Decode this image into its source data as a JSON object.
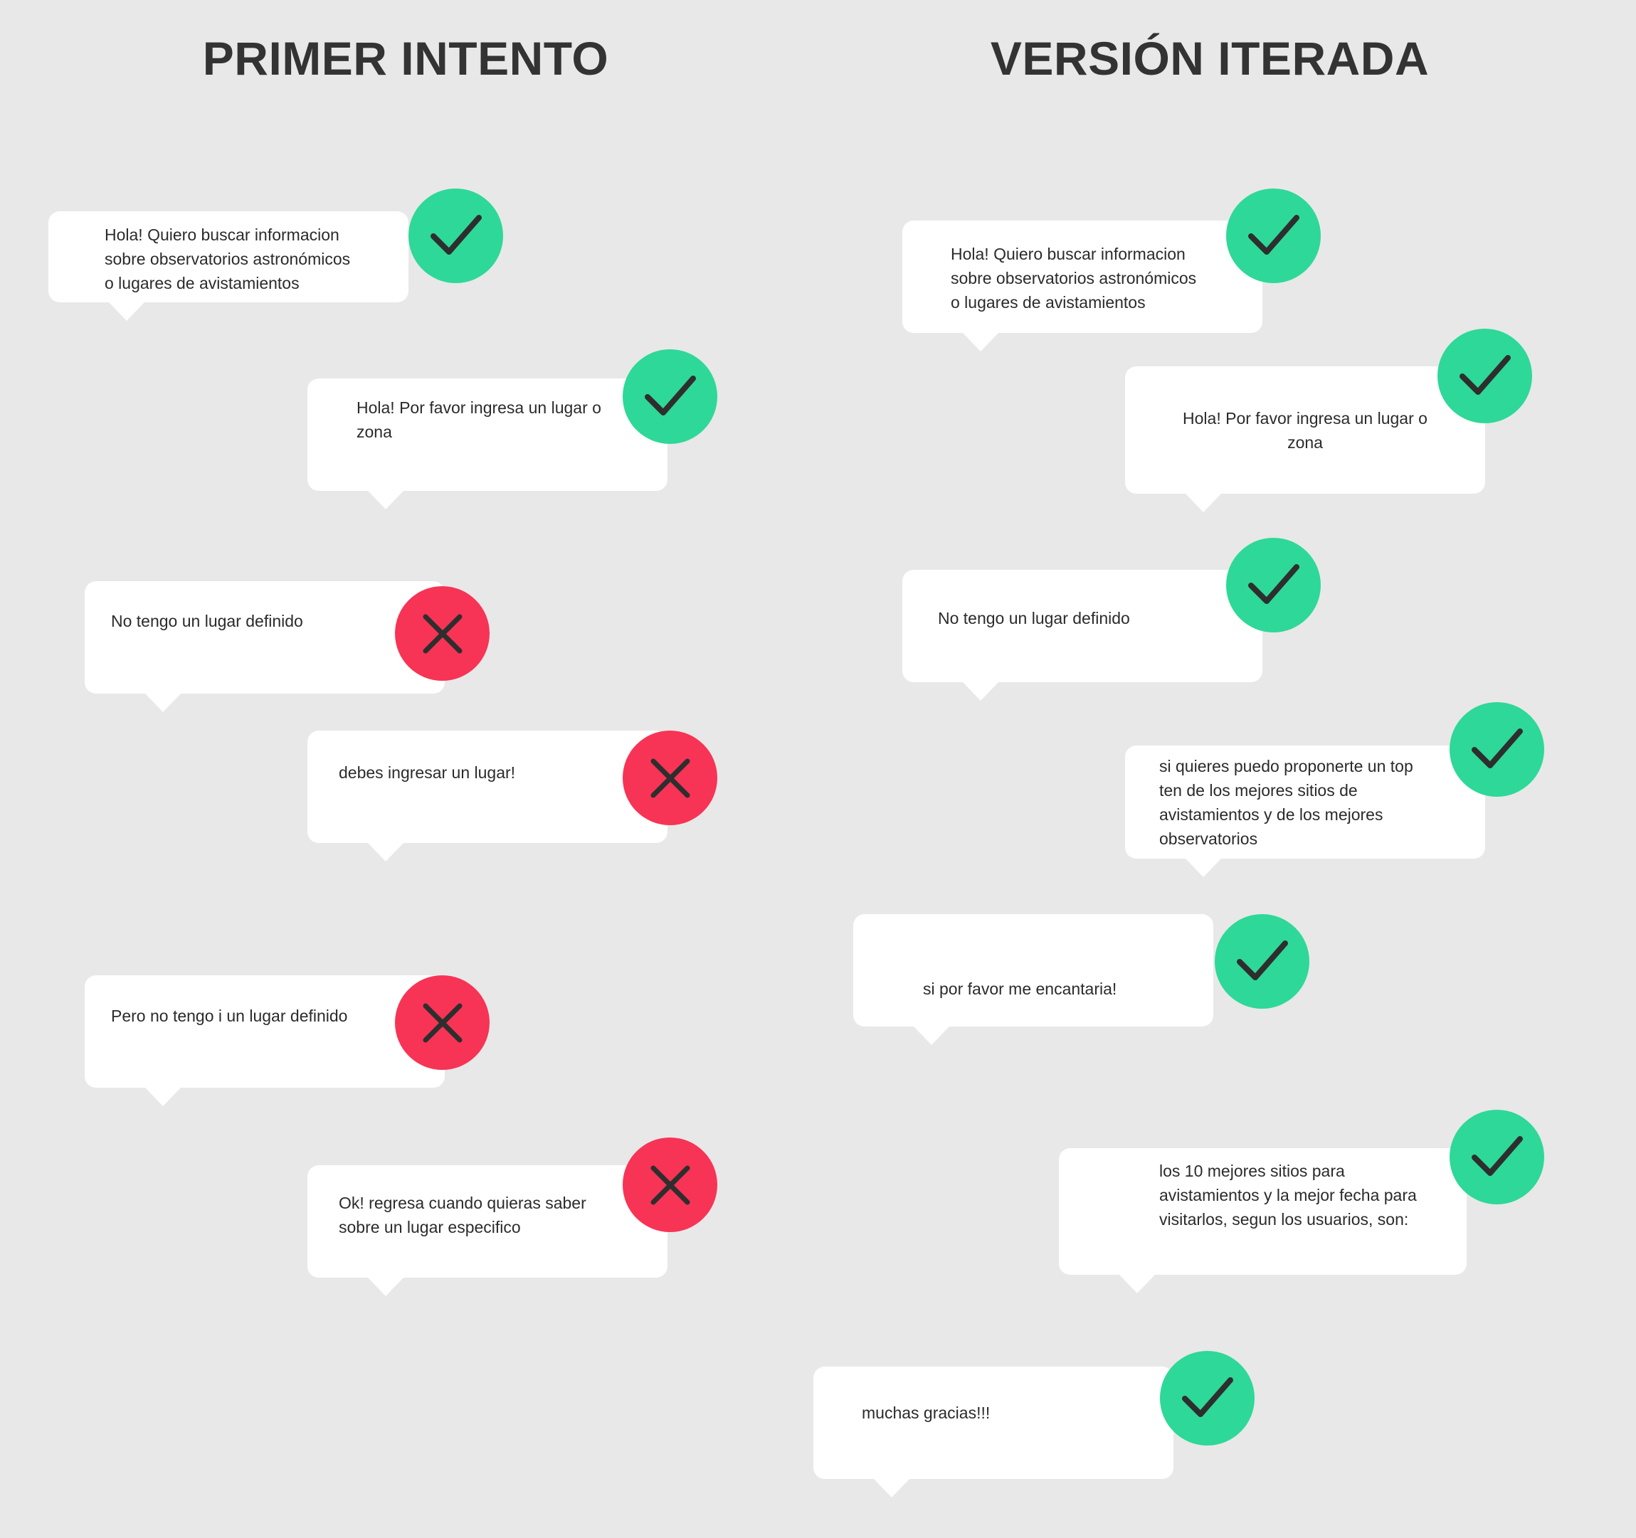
{
  "colors": {
    "background": "#e8e8e8",
    "bubble": "#ffffff",
    "text": "#2b2b2b",
    "title": "#333333",
    "ok": "#2ed898",
    "bad": "#f73455"
  },
  "columns": [
    {
      "title": "PRIMER INTENTO",
      "messages": [
        {
          "text": "Hola! Quiero buscar informacion\nsobre observatorios astronómicos\no lugares de avistamientos",
          "status": "check-icon"
        },
        {
          "text": "Hola! Por favor ingresa un lugar o\nzona",
          "status": "check-icon"
        },
        {
          "text": "No tengo un lugar definido",
          "status": "x-icon"
        },
        {
          "text": "debes ingresar un lugar!",
          "status": "x-icon"
        },
        {
          "text": "Pero no tengo i un lugar definido",
          "status": "x-icon"
        },
        {
          "text": "Ok! regresa cuando quieras saber\nsobre un lugar especifico",
          "status": "x-icon"
        }
      ]
    },
    {
      "title": "VERSIÓN ITERADA",
      "messages": [
        {
          "text": "Hola! Quiero buscar informacion\nsobre observatorios astronómicos\no lugares de avistamientos",
          "status": "check-icon"
        },
        {
          "text": "Hola! Por favor ingresa un lugar o\nzona",
          "status": "check-icon"
        },
        {
          "text": "No tengo un lugar definido",
          "status": "check-icon"
        },
        {
          "text": "si quieres puedo proponerte un top\nten de los mejores sitios de\navistamientos y de los mejores\nobservatorios",
          "status": "check-icon"
        },
        {
          "text": "si por favor me encantaria!",
          "status": "check-icon"
        },
        {
          "text": "los 10 mejores sitios para\navistamientos y la mejor fecha para\nvisitarlos, segun los usuarios, son:",
          "status": "check-icon"
        },
        {
          "text": "muchas gracias!!!",
          "status": "check-icon"
        }
      ]
    }
  ]
}
